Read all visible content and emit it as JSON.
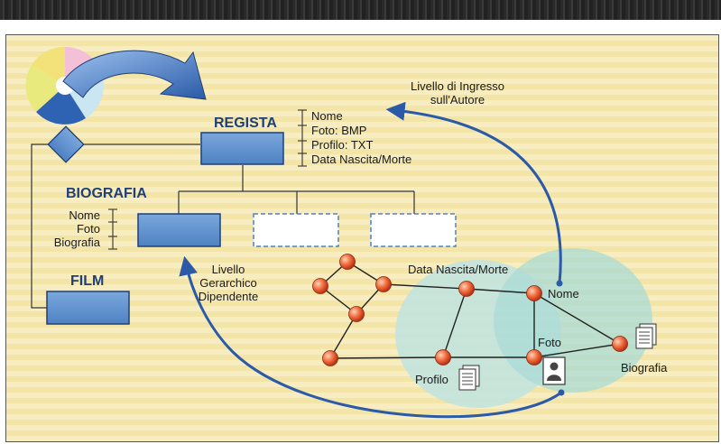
{
  "entities": {
    "regista": "REGISTA",
    "biografia": "BIOGRAFIA",
    "film": "FILM"
  },
  "regista_fields": [
    "Nome",
    "Foto: BMP",
    "Profilo: TXT",
    "Data Nascita/Morte"
  ],
  "biografia_fields": [
    "Nome",
    "Foto",
    "Biografia"
  ],
  "annotations": {
    "entry_level": [
      "Livello di Ingresso",
      "sull'Autore"
    ],
    "dependent_level": [
      "Livello",
      "Gerarchico",
      "Dipendente"
    ]
  },
  "network_labels": {
    "data_nascita": "Data Nascita/Morte",
    "nome": "Nome",
    "foto": "Foto",
    "profilo": "Profilo",
    "biografia": "Biografia"
  },
  "colors": {
    "box_fill": "#5b8fcf",
    "box_border": "#1f3f76",
    "arrow": "#2a5aa8",
    "node": "#e8502a",
    "panel_bg": "#f6ebbd",
    "circle_fill": "#bfe3e0"
  }
}
